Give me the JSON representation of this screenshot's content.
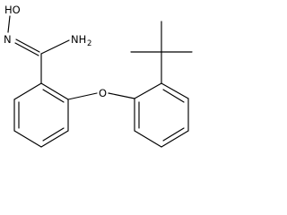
{
  "structure": {
    "labels": {
      "hydroxyl": "HO",
      "imine_n": "N",
      "amine": "NH",
      "amine_sub": "2",
      "ether_o": "O"
    },
    "colors": {
      "bond": "#000000",
      "text": "#000000",
      "background": "#ffffff"
    }
  }
}
